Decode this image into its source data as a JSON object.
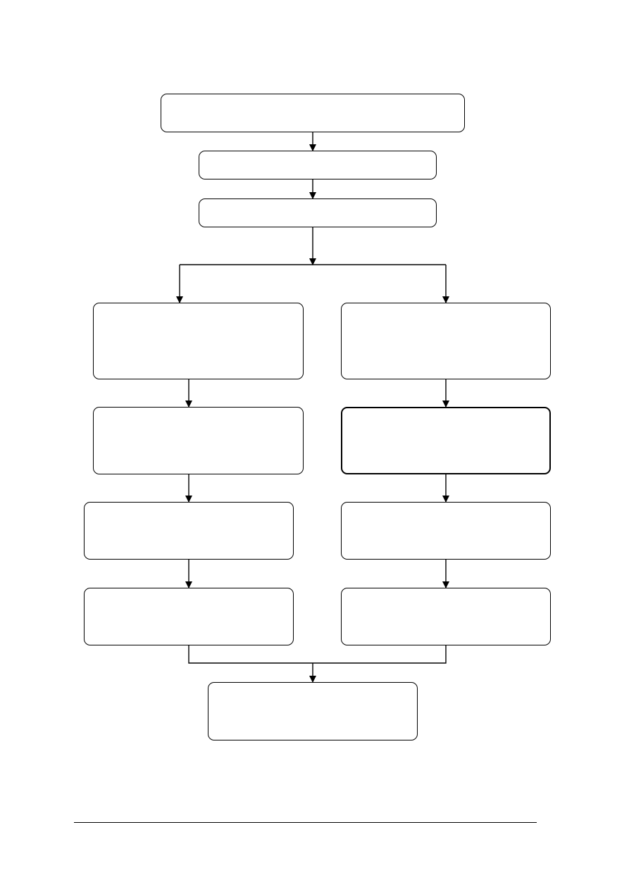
{
  "diagram": {
    "type": "flowchart",
    "colors": {
      "line": "#000000",
      "box_fill": "#ffffff",
      "background": "#ffffff"
    },
    "nodes": [
      {
        "id": "n1",
        "text": ""
      },
      {
        "id": "n2",
        "text": ""
      },
      {
        "id": "n3",
        "text": ""
      },
      {
        "id": "left1",
        "text": ""
      },
      {
        "id": "right1",
        "text": ""
      },
      {
        "id": "left2",
        "text": ""
      },
      {
        "id": "right2",
        "text": "",
        "emphasis": "bold-border"
      },
      {
        "id": "left3",
        "text": ""
      },
      {
        "id": "right3",
        "text": ""
      },
      {
        "id": "left4",
        "text": ""
      },
      {
        "id": "right4",
        "text": ""
      },
      {
        "id": "final",
        "text": ""
      }
    ],
    "edges": [
      {
        "from": "n1",
        "to": "n2"
      },
      {
        "from": "n2",
        "to": "n3"
      },
      {
        "from": "n3",
        "to": "left1"
      },
      {
        "from": "n3",
        "to": "right1"
      },
      {
        "from": "left1",
        "to": "left2"
      },
      {
        "from": "right1",
        "to": "right2"
      },
      {
        "from": "left2",
        "to": "left3"
      },
      {
        "from": "right2",
        "to": "right3"
      },
      {
        "from": "left3",
        "to": "left4"
      },
      {
        "from": "right3",
        "to": "right4"
      },
      {
        "from": "left4",
        "to": "final"
      },
      {
        "from": "right4",
        "to": "final"
      }
    ]
  },
  "footer": {
    "rule_visible": true
  }
}
